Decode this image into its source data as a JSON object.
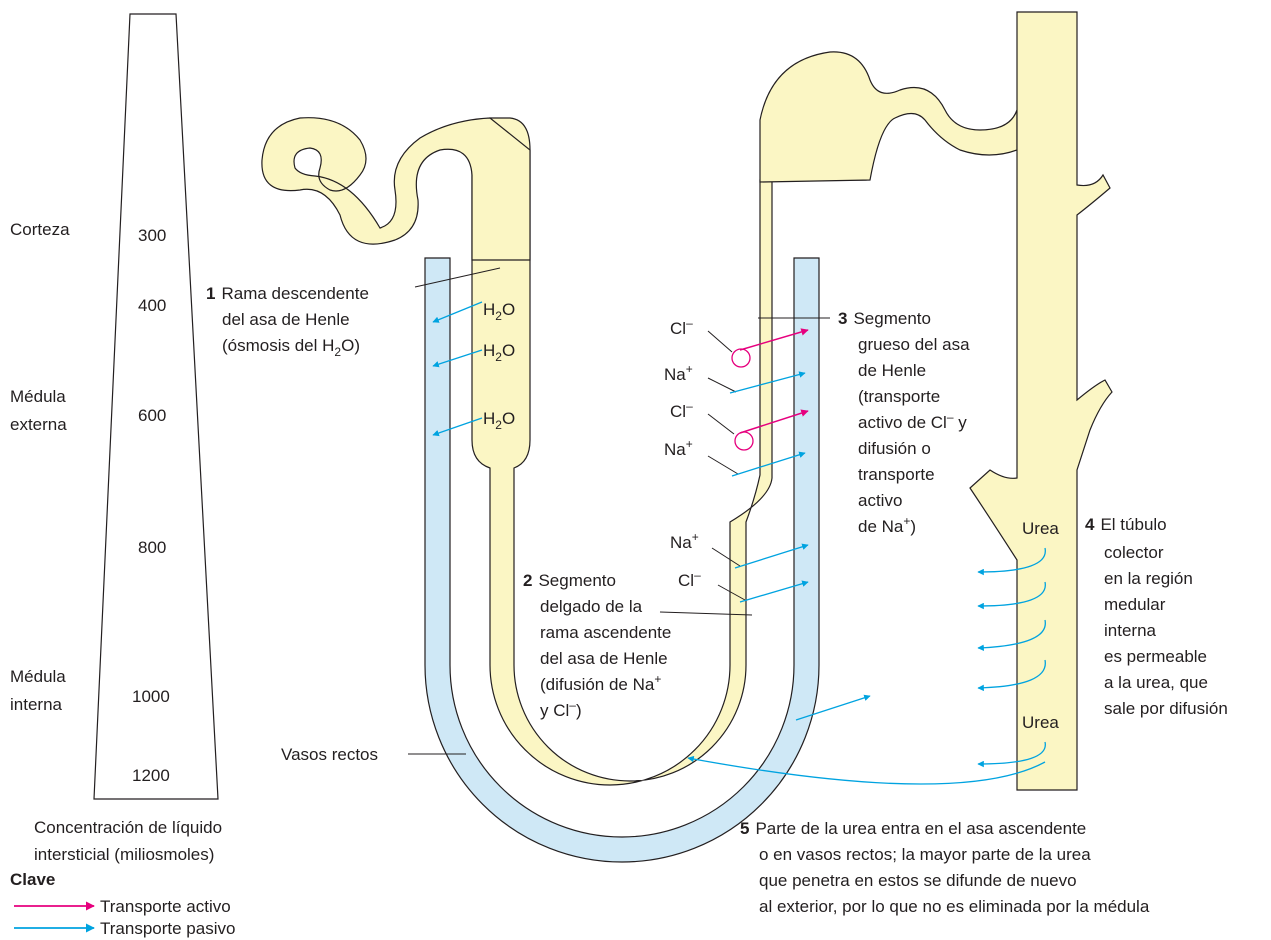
{
  "zones": {
    "corteza": "Corteza",
    "medula_externa": [
      "Médula",
      "externa"
    ],
    "medula_interna": [
      "Médula",
      "interna"
    ]
  },
  "scale_values": [
    "300",
    "400",
    "600",
    "800",
    "1000",
    "1200"
  ],
  "scale_caption": [
    "Concentración de líquido",
    "intersticial (miliosmoles)"
  ],
  "labels": {
    "label1": {
      "number": "1",
      "lines": [
        "Rama descendente",
        "del asa de Henle",
        "(ósmosis del H"
      ],
      "sub": "2",
      "tail": "O)"
    },
    "label2": {
      "number": "2",
      "lines": [
        "Segmento",
        "delgado de la",
        "rama ascendente",
        "del asa de Henle",
        "(difusión de Na",
        "y Cl"
      ],
      "sup_plus": "+",
      "sup_minus": "–",
      "close": ")"
    },
    "label3": {
      "number": "3",
      "lines": [
        "Segmento",
        "grueso del asa",
        "de Henle",
        "(transporte",
        "activo de Cl",
        "difusión o",
        "transporte",
        "activo",
        "de Na"
      ],
      "sup_minus": "–",
      "sup_plus": "+",
      "after_cl": " y",
      "close": ")"
    },
    "label4": {
      "number": "4",
      "lines": [
        "El túbulo",
        "colector",
        "en la región",
        "medular",
        "interna",
        "es permeable",
        "a la urea, que",
        "sale por difusión"
      ]
    },
    "label5": {
      "number": "5",
      "lines": [
        "Parte de la urea entra en el asa ascendente",
        "o en vasos rectos; la mayor parte de la urea",
        "que penetra en estos se difunde de nuevo",
        "al exterior, por lo que no es eliminada por la médula"
      ]
    },
    "vasos_rectos": "Vasos rectos"
  },
  "ions": {
    "h2o_base": "H",
    "h2o_sub": "2",
    "h2o_tail": "O",
    "cl": "Cl",
    "na": "Na",
    "minus": "–",
    "plus": "+",
    "urea": "Urea"
  },
  "key": {
    "title": "Clave",
    "active": "Transporte activo",
    "passive": "Transporte pasivo",
    "active_color": "#e6007e",
    "passive_color": "#00a3e0"
  },
  "colors": {
    "tubule_fill": "#fbf6c4",
    "vessel_fill": "#cfe8f6",
    "outline": "#231f20"
  }
}
